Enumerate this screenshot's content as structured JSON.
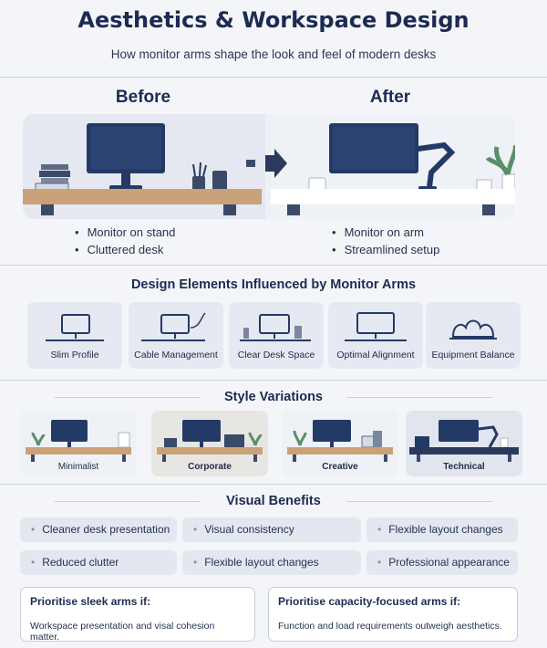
{
  "header": {
    "title": "Aesthetics & Workspace Design",
    "subtitle": "How monitor arms shape the look and feel of modern desks"
  },
  "comparison": {
    "before_label": "Before",
    "after_label": "After",
    "before_points": [
      "Monitor on stand",
      "Cluttered desk"
    ],
    "after_points": [
      "Monitor on arm",
      "Streamlined setup"
    ]
  },
  "design_elements": {
    "heading": "Design Elements Influenced by Monitor Arms",
    "items": [
      {
        "label": "Slim Profile",
        "icon": "slim-monitor-icon"
      },
      {
        "label": "Cable Management",
        "icon": "cable-monitor-icon"
      },
      {
        "label": "Clear Desk Space",
        "icon": "clear-desk-icon"
      },
      {
        "label": "Optimal Alignment",
        "icon": "aligned-monitor-icon"
      },
      {
        "label": "Equipment Balance",
        "icon": "balance-icon"
      }
    ]
  },
  "styles": {
    "heading": "Style Variations",
    "items": [
      "Minimalist",
      "Corporate",
      "Creative",
      "Technical"
    ]
  },
  "benefits": {
    "heading": "Visual Benefits",
    "items": [
      "Cleaner desk presentation",
      "Visual consistency",
      "Flexible layout changes",
      "Reduced clutter",
      "Flexible layout changes",
      "Professional appearance"
    ]
  },
  "recommendations": {
    "sleek_title": "Prioritise sleek arms if:",
    "sleek_text": "Workspace presentation and visal cohesion matter.",
    "capacity_title": "Prioritise capacity-focused arms if:",
    "capacity_text": "Function and load requirements outweigh aesthetics."
  },
  "colors": {
    "navy": "#1d2b53",
    "monitor": "#243a66",
    "wood": "#c9a27a",
    "panel_before": "#e5e8f0",
    "panel_after": "#eef1f6",
    "accent_teal": "#5a8f6b"
  }
}
